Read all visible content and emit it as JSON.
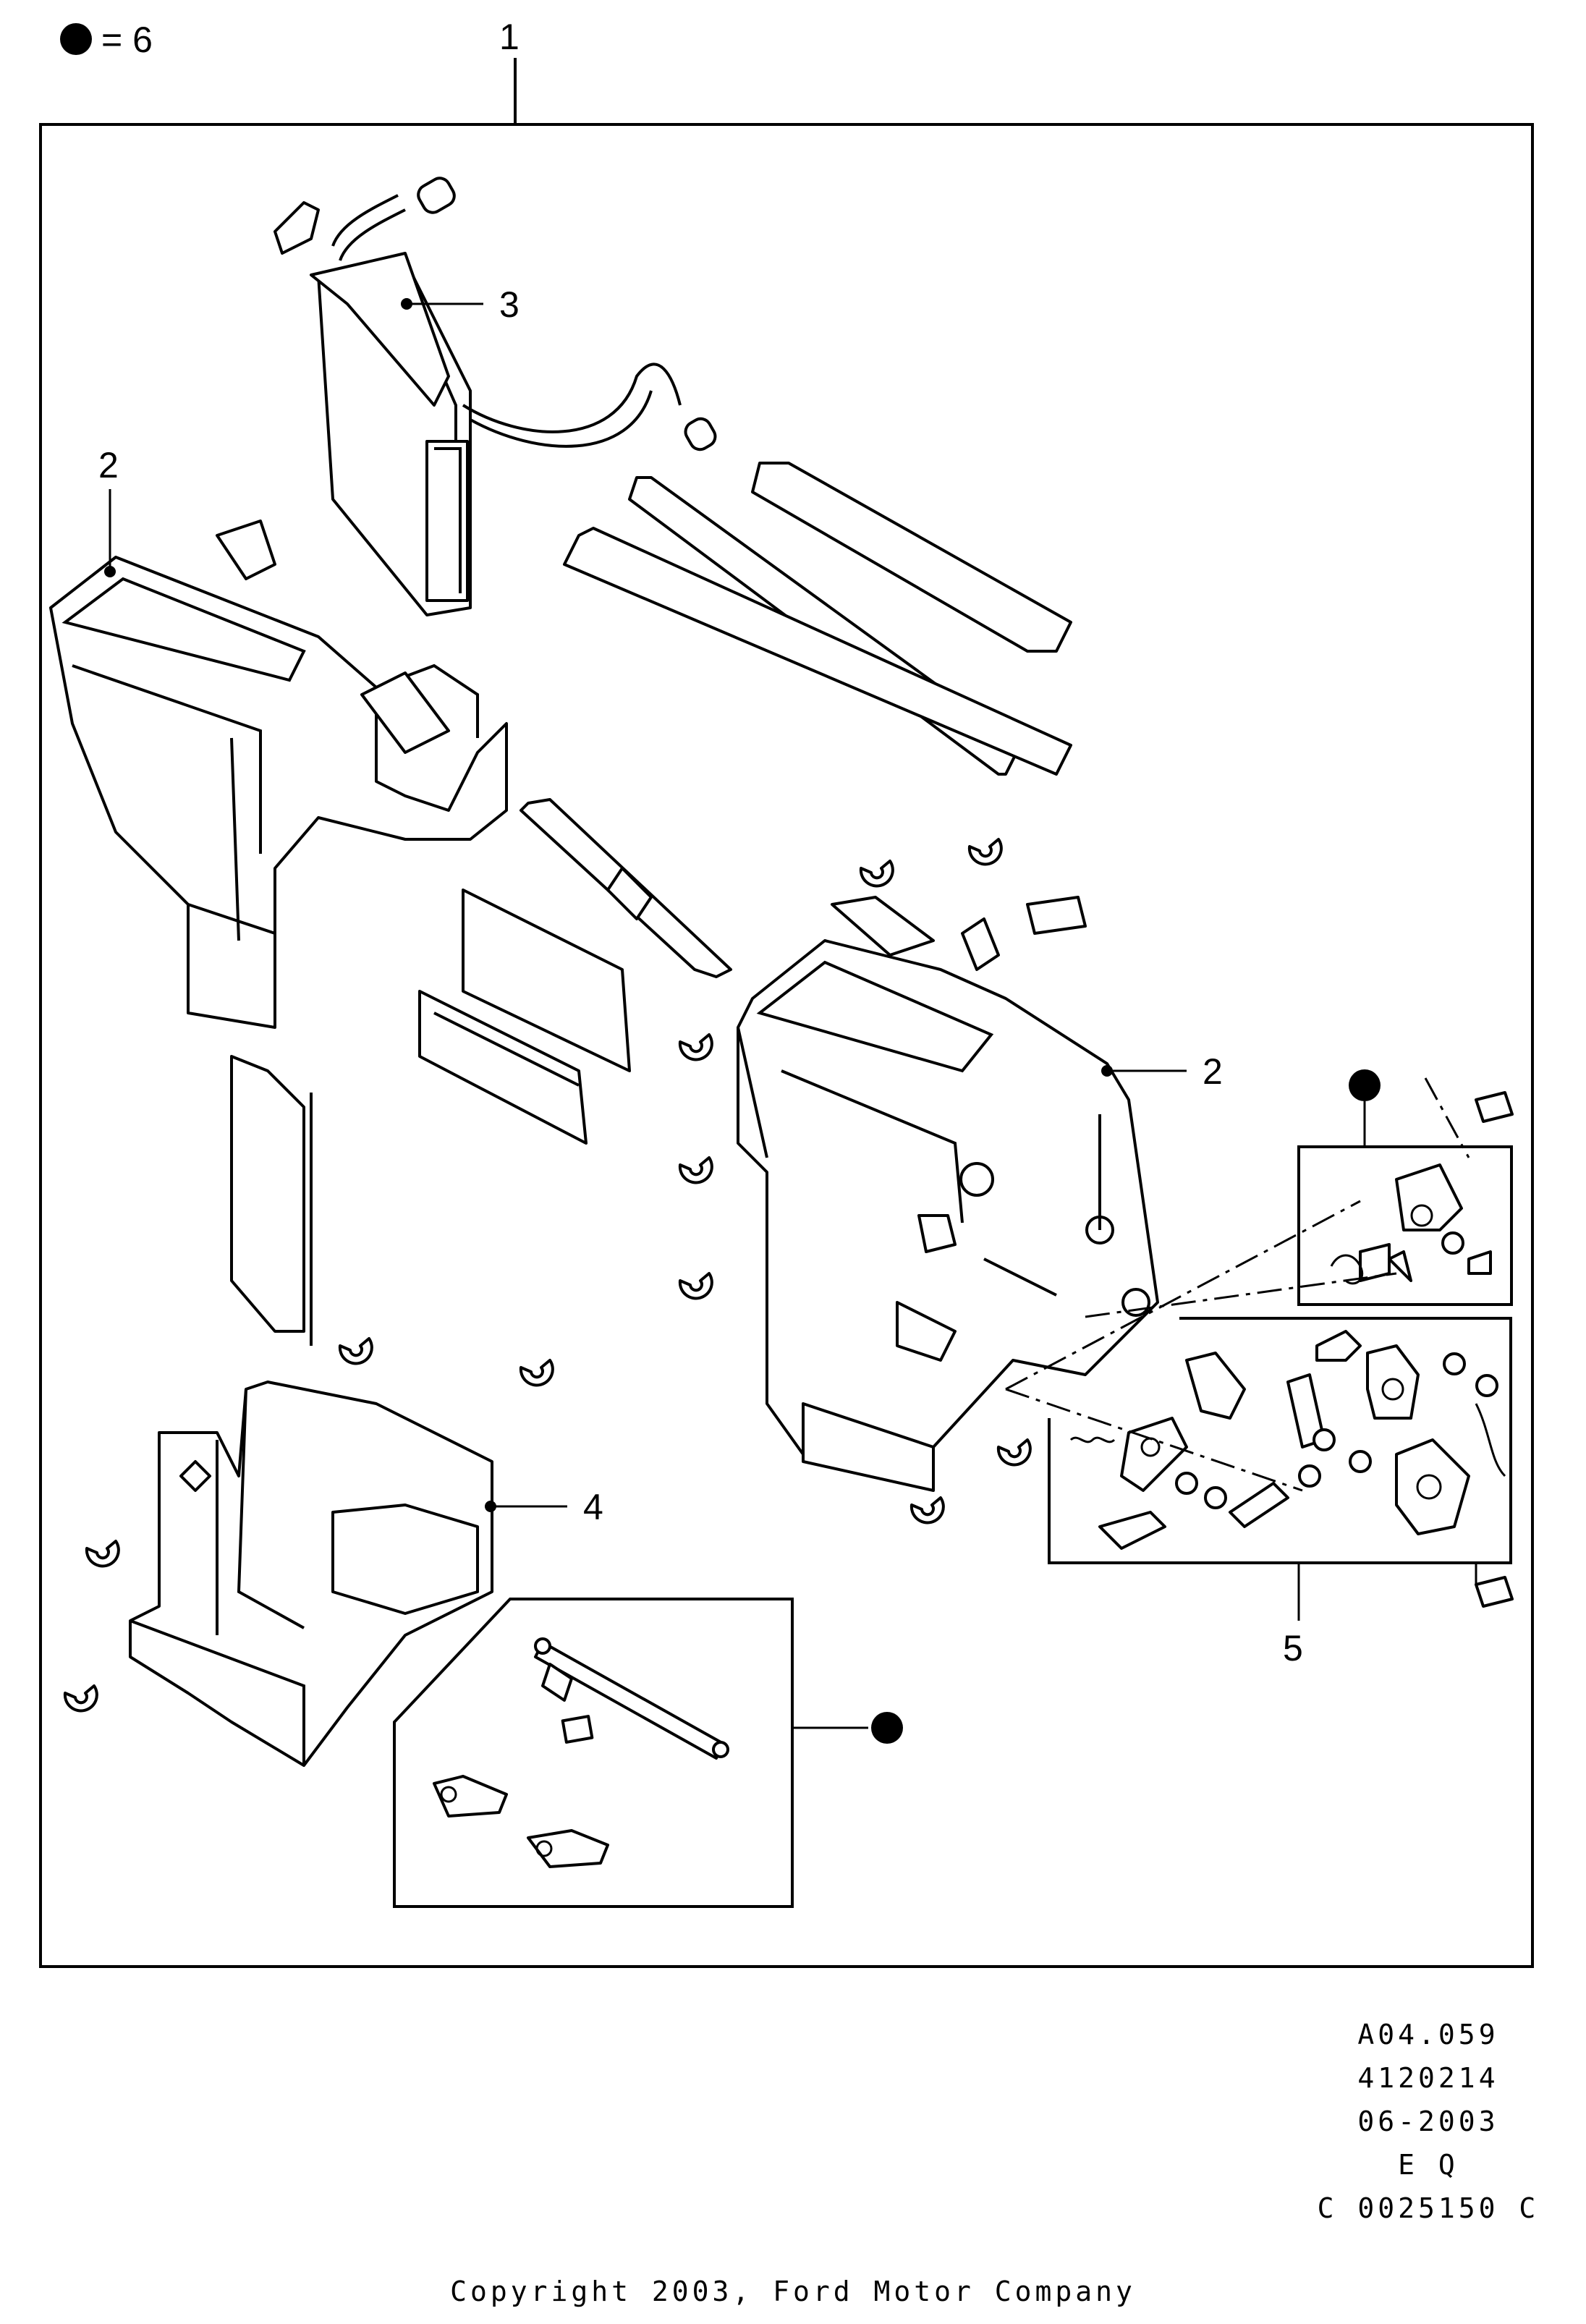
{
  "legend": {
    "value": "= 6"
  },
  "callouts": {
    "assembly": "1",
    "housing_left": "2",
    "heater_core": "3",
    "lower_housing": "4",
    "housing_right": "2",
    "linkage_kit": "5"
  },
  "drawing_info": {
    "ref": "A04.059",
    "number": "4120214",
    "date": "06-2003",
    "code": "E Q",
    "catalog": "C 0025150 C"
  },
  "copyright": "Copyright 2003, Ford Motor Company"
}
